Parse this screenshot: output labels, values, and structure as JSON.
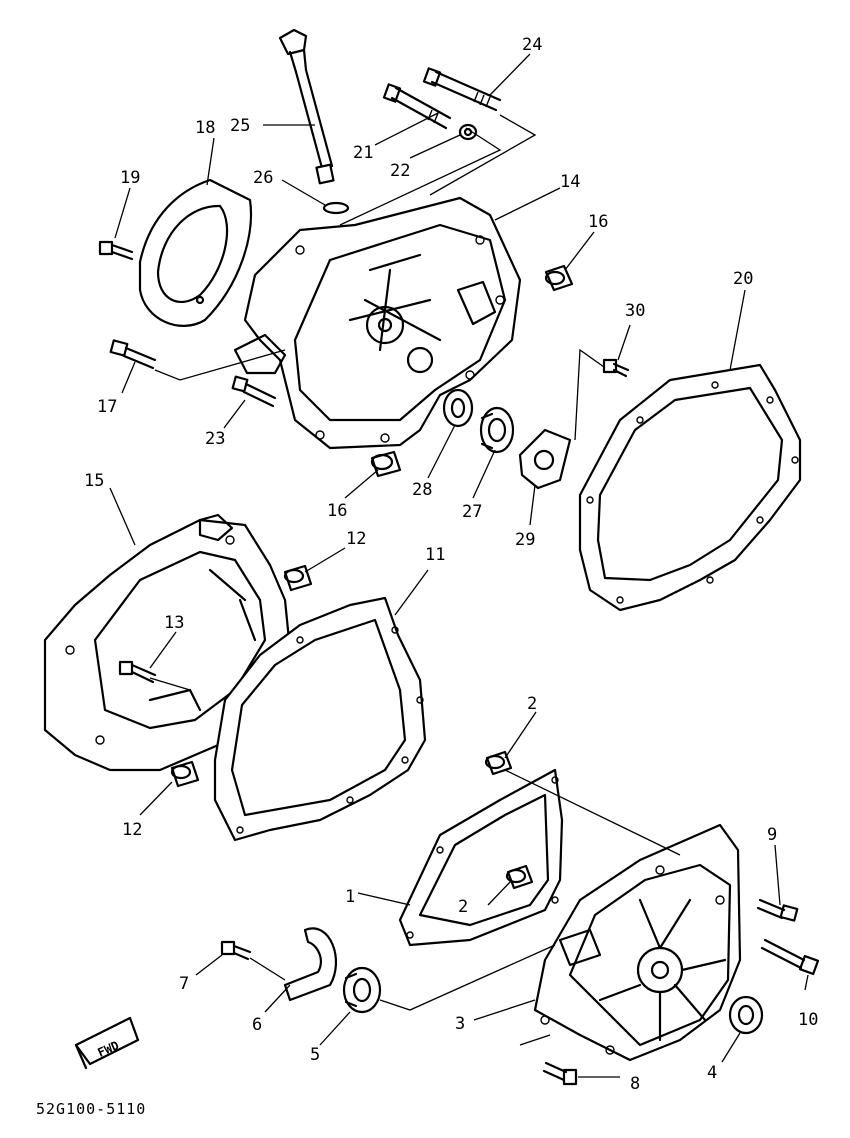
{
  "diagram": {
    "catalog_number": "52G100-5110",
    "direction_label": "FWD",
    "callouts": [
      {
        "id": "p1",
        "label": "1"
      },
      {
        "id": "p2a",
        "label": "2"
      },
      {
        "id": "p2b",
        "label": "2"
      },
      {
        "id": "p3",
        "label": "3"
      },
      {
        "id": "p4",
        "label": "4"
      },
      {
        "id": "p5",
        "label": "5"
      },
      {
        "id": "p6",
        "label": "6"
      },
      {
        "id": "p7",
        "label": "7"
      },
      {
        "id": "p8",
        "label": "8"
      },
      {
        "id": "p9",
        "label": "9"
      },
      {
        "id": "p10",
        "label": "10"
      },
      {
        "id": "p11",
        "label": "11"
      },
      {
        "id": "p12a",
        "label": "12"
      },
      {
        "id": "p12b",
        "label": "12"
      },
      {
        "id": "p13",
        "label": "13"
      },
      {
        "id": "p14",
        "label": "14"
      },
      {
        "id": "p15",
        "label": "15"
      },
      {
        "id": "p16a",
        "label": "16"
      },
      {
        "id": "p16b",
        "label": "16"
      },
      {
        "id": "p17",
        "label": "17"
      },
      {
        "id": "p18",
        "label": "18"
      },
      {
        "id": "p19",
        "label": "19"
      },
      {
        "id": "p20",
        "label": "20"
      },
      {
        "id": "p21",
        "label": "21"
      },
      {
        "id": "p22",
        "label": "22"
      },
      {
        "id": "p23",
        "label": "23"
      },
      {
        "id": "p24",
        "label": "24"
      },
      {
        "id": "p25",
        "label": "25"
      },
      {
        "id": "p26",
        "label": "26"
      },
      {
        "id": "p27",
        "label": "27"
      },
      {
        "id": "p28",
        "label": "28"
      },
      {
        "id": "p29",
        "label": "29"
      },
      {
        "id": "p30",
        "label": "30"
      }
    ]
  }
}
